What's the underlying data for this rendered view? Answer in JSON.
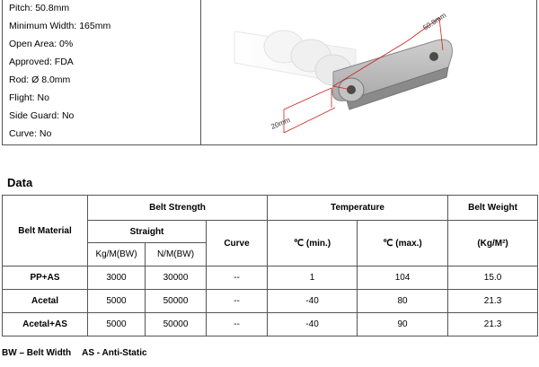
{
  "specs": [
    {
      "label": "Pitch:",
      "value": "50.8mm"
    },
    {
      "label": "Minimum Width:",
      "value": "165mm"
    },
    {
      "label": "Open Area:",
      "value": "0%"
    },
    {
      "label": "Approved:",
      "value": "FDA"
    },
    {
      "label": "Rod:",
      "value": "Ø 8.0mm"
    },
    {
      "label": "Flight:",
      "value": "No"
    },
    {
      "label": "Side Guard:",
      "value": "No"
    },
    {
      "label": "Curve:",
      "value": "No"
    }
  ],
  "drawing": {
    "dim_pitch": "50.8mm",
    "dim_height": "20mm"
  },
  "section_title": "Data",
  "table": {
    "headers": {
      "belt_material": "Belt Material",
      "belt_strength": "Belt Strength",
      "temperature": "Temperature",
      "belt_weight": "Belt Weight",
      "straight": "Straight",
      "curve": "Curve",
      "temp_min": "℃ (min.)",
      "temp_max": "℃ (max.)",
      "weight_unit": "(Kg/M²)",
      "kg_bw": "Kg/M(BW)",
      "n_bw": "N/M(BW)"
    },
    "rows": [
      {
        "material": "PP+AS",
        "kg": "3000",
        "n": "30000",
        "curve": "--",
        "tmin": "1",
        "tmax": "104",
        "weight": "15.0"
      },
      {
        "material": "Acetal",
        "kg": "5000",
        "n": "50000",
        "curve": "--",
        "tmin": "-40",
        "tmax": "80",
        "weight": "21.3"
      },
      {
        "material": "Acetal+AS",
        "kg": "5000",
        "n": "50000",
        "curve": "--",
        "tmin": "-40",
        "tmax": "90",
        "weight": "21.3"
      }
    ]
  },
  "footnote": {
    "bw": "BW – Belt Width",
    "as": "AS - Anti-Static"
  }
}
